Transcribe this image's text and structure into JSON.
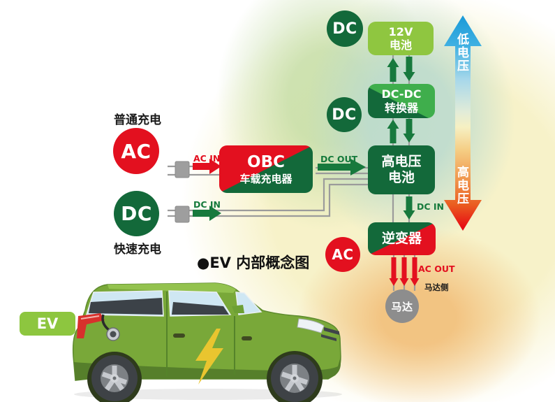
{
  "title": "●EV 内部概念图",
  "ev_badge": "EV",
  "charging": {
    "normal_label": "普通充电",
    "fast_label": "快速充电",
    "ac_badge": "AC",
    "dc_badge": "DC",
    "ac_in": "AC IN",
    "dc_in": "DC IN"
  },
  "obc": {
    "name": "OBC",
    "subtitle": "车载充电器",
    "dc_out": "DC OUT"
  },
  "powertrain": {
    "dc_badge_top": "DC",
    "dc_badge_mid": "DC",
    "ac_badge": "AC",
    "battery_12v_line1": "12V",
    "battery_12v_line2": "电池",
    "dcdc_line1": "DC-DC",
    "dcdc_line2": "转换器",
    "hv_battery_line1": "高电压",
    "hv_battery_line2": "电池",
    "inverter": "逆变器",
    "dc_in": "DC IN",
    "ac_out": "AC OUT",
    "motor_side": "马达侧",
    "motor": "马达"
  },
  "voltage_axis": {
    "low": "低电压",
    "high": "高电压"
  },
  "colors": {
    "red": "#e3101f",
    "dark_green": "#13693a",
    "mid_green": "#3fae4c",
    "light_green": "#8fc640",
    "badge_green": "#8dc63f",
    "arrow_blue": "#1a9ad8",
    "wire_gray": "#9b9b9b",
    "motor_gray": "#8d8d8d"
  }
}
